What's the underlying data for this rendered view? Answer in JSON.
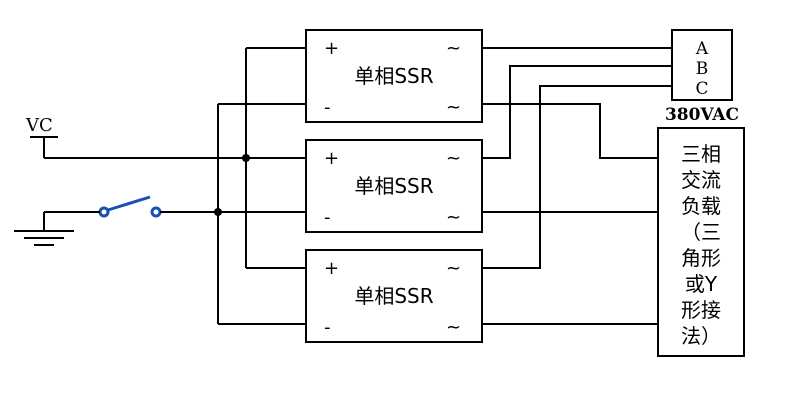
{
  "ssr_modules": [
    {
      "label": "单相SSR",
      "plus": "+",
      "minus": "-",
      "ac_top": "~",
      "ac_bottom": "~"
    },
    {
      "label": "单相SSR",
      "plus": "+",
      "minus": "-",
      "ac_top": "~",
      "ac_bottom": "~"
    },
    {
      "label": "单相SSR",
      "plus": "+",
      "minus": "-",
      "ac_top": "~",
      "ac_bottom": "~"
    }
  ],
  "supply": {
    "label_vc": "VC",
    "phases": [
      "A",
      "B",
      "C"
    ],
    "voltage_label": "380VAC"
  },
  "load": {
    "lines": [
      "三相",
      "交流",
      "负载",
      "（三",
      "角形",
      "或Y",
      "形接",
      "法）"
    ]
  },
  "colors": {
    "wire": "#000000",
    "switch": "#1a4fb5"
  }
}
